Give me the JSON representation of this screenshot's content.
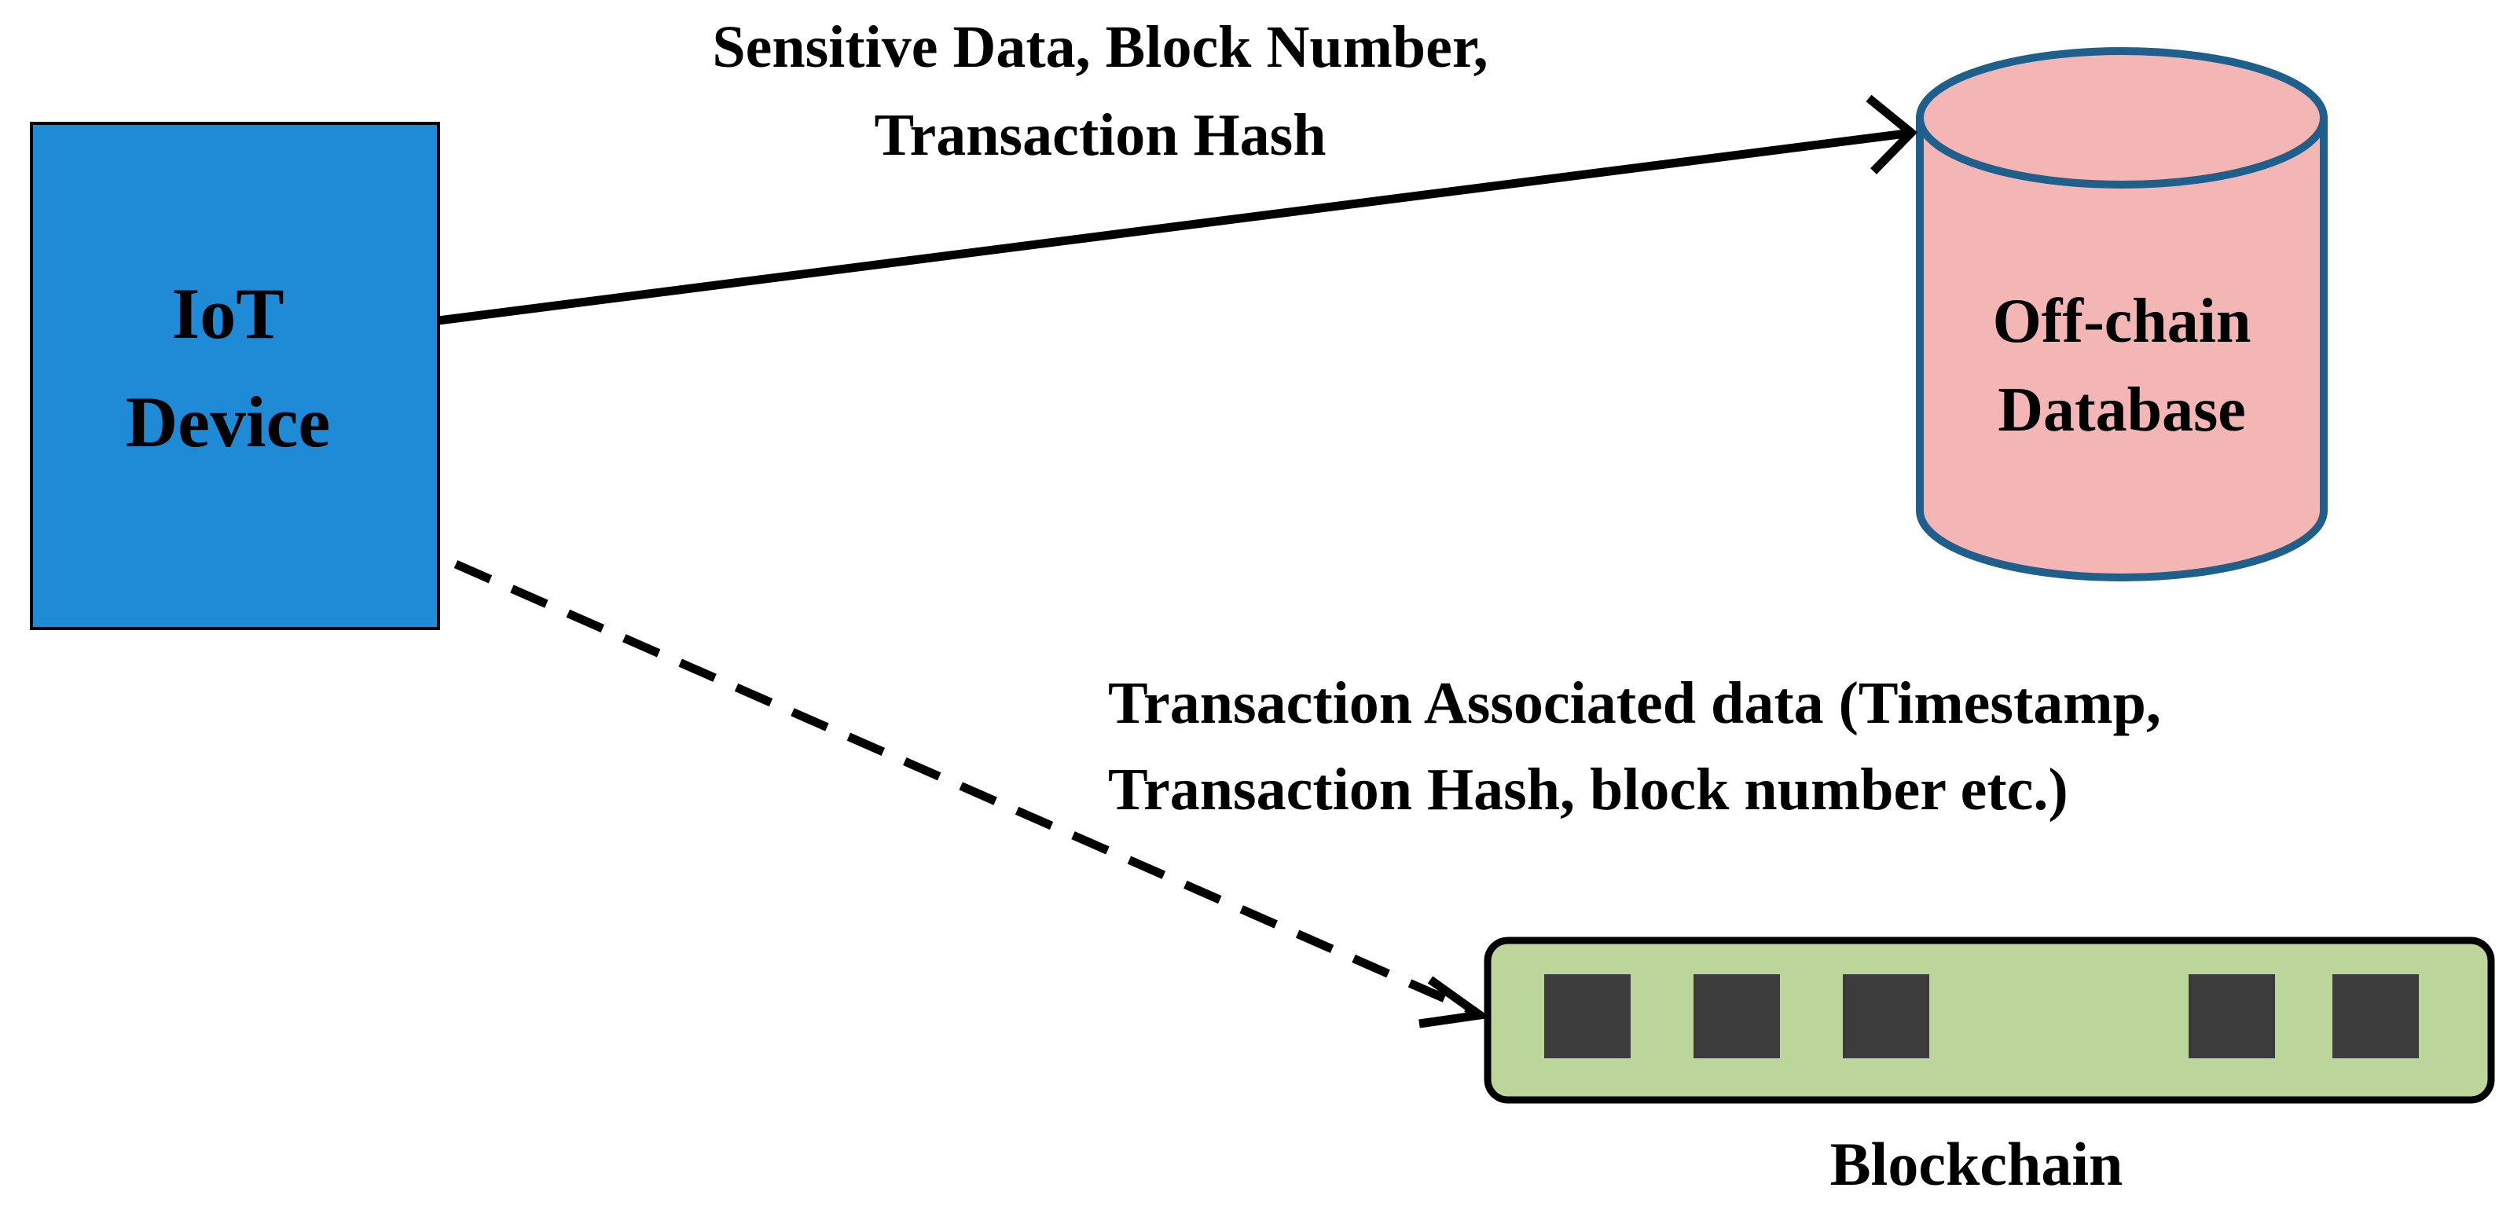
{
  "colors": {
    "device_fill": "#1f8ad6",
    "device_stroke": "#000000",
    "db_fill": "#f4b6b4",
    "db_stroke": "#1f5f8b",
    "chain_fill": "#bcd59a",
    "chain_stroke": "#000000",
    "block_fill": "#3c3c3c",
    "arrow": "#000000"
  },
  "device": {
    "line1": "IoT",
    "line2": "Device"
  },
  "database": {
    "line1": "Off-chain",
    "line2": "Database"
  },
  "blockchain": {
    "label": "Blockchain",
    "block_count": 5
  },
  "edges": {
    "to_database": {
      "style": "solid",
      "label_line1": "Sensitive Data, Block Number,",
      "label_line2": "Transaction Hash"
    },
    "to_blockchain": {
      "style": "dashed",
      "label_line1": "Transaction Associated data (Timestamp,",
      "label_line2": "Transaction Hash, block number etc.)"
    }
  }
}
